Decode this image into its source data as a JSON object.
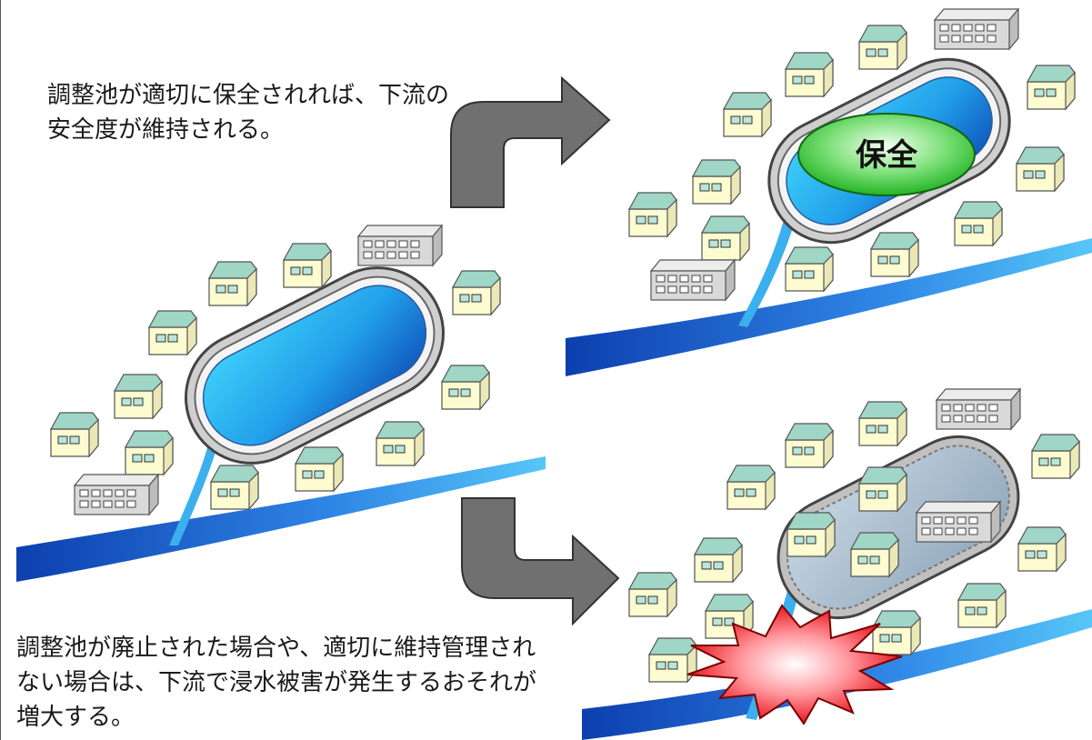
{
  "captions": {
    "top": "調整池が適切に保全されれば、下流の安全度が維持される。",
    "bottom": "調整池が廃止された場合や、適切に維持管理されない場合は、下流で浸水被害が発生するおそれが増大する。"
  },
  "labels": {
    "preserved": "保全"
  },
  "colors": {
    "river": "#1a5fd0",
    "water": "#2aa8f0",
    "house_wall": "#fdfbd0",
    "house_roof": "#9fd6c6",
    "building": "#d6d6d6",
    "arrow": "#6f6f6f",
    "label_fill": "#33cc33"
  }
}
